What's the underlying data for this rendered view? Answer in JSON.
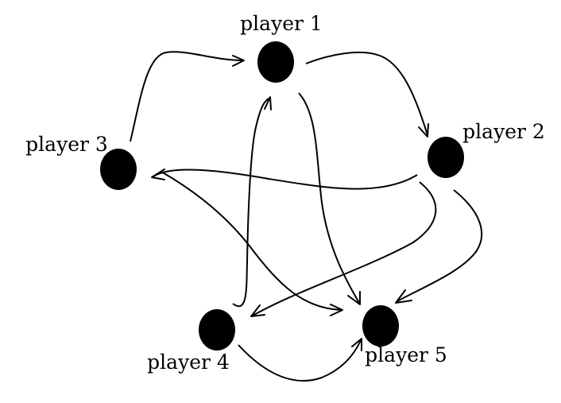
{
  "nodes": [
    {
      "id": "p1",
      "label": "player 1"
    },
    {
      "id": "p2",
      "label": "player 2"
    },
    {
      "id": "p3",
      "label": "player 3"
    },
    {
      "id": "p4",
      "label": "player 4"
    },
    {
      "id": "p5",
      "label": "player 5"
    }
  ],
  "edges": [
    {
      "from": "p3",
      "to": "p1"
    },
    {
      "from": "p1",
      "to": "p2"
    },
    {
      "from": "p1",
      "to": "p5"
    },
    {
      "from": "p2",
      "to": "p3"
    },
    {
      "from": "p2",
      "to": "p4"
    },
    {
      "from": "p2",
      "to": "p5"
    },
    {
      "from": "p3",
      "to": "p5"
    },
    {
      "from": "p4",
      "to": "p1"
    },
    {
      "from": "p4",
      "to": "p5"
    }
  ],
  "colors": {
    "node_fill": "#000000",
    "edge_stroke": "#000000",
    "background": "#ffffff"
  }
}
